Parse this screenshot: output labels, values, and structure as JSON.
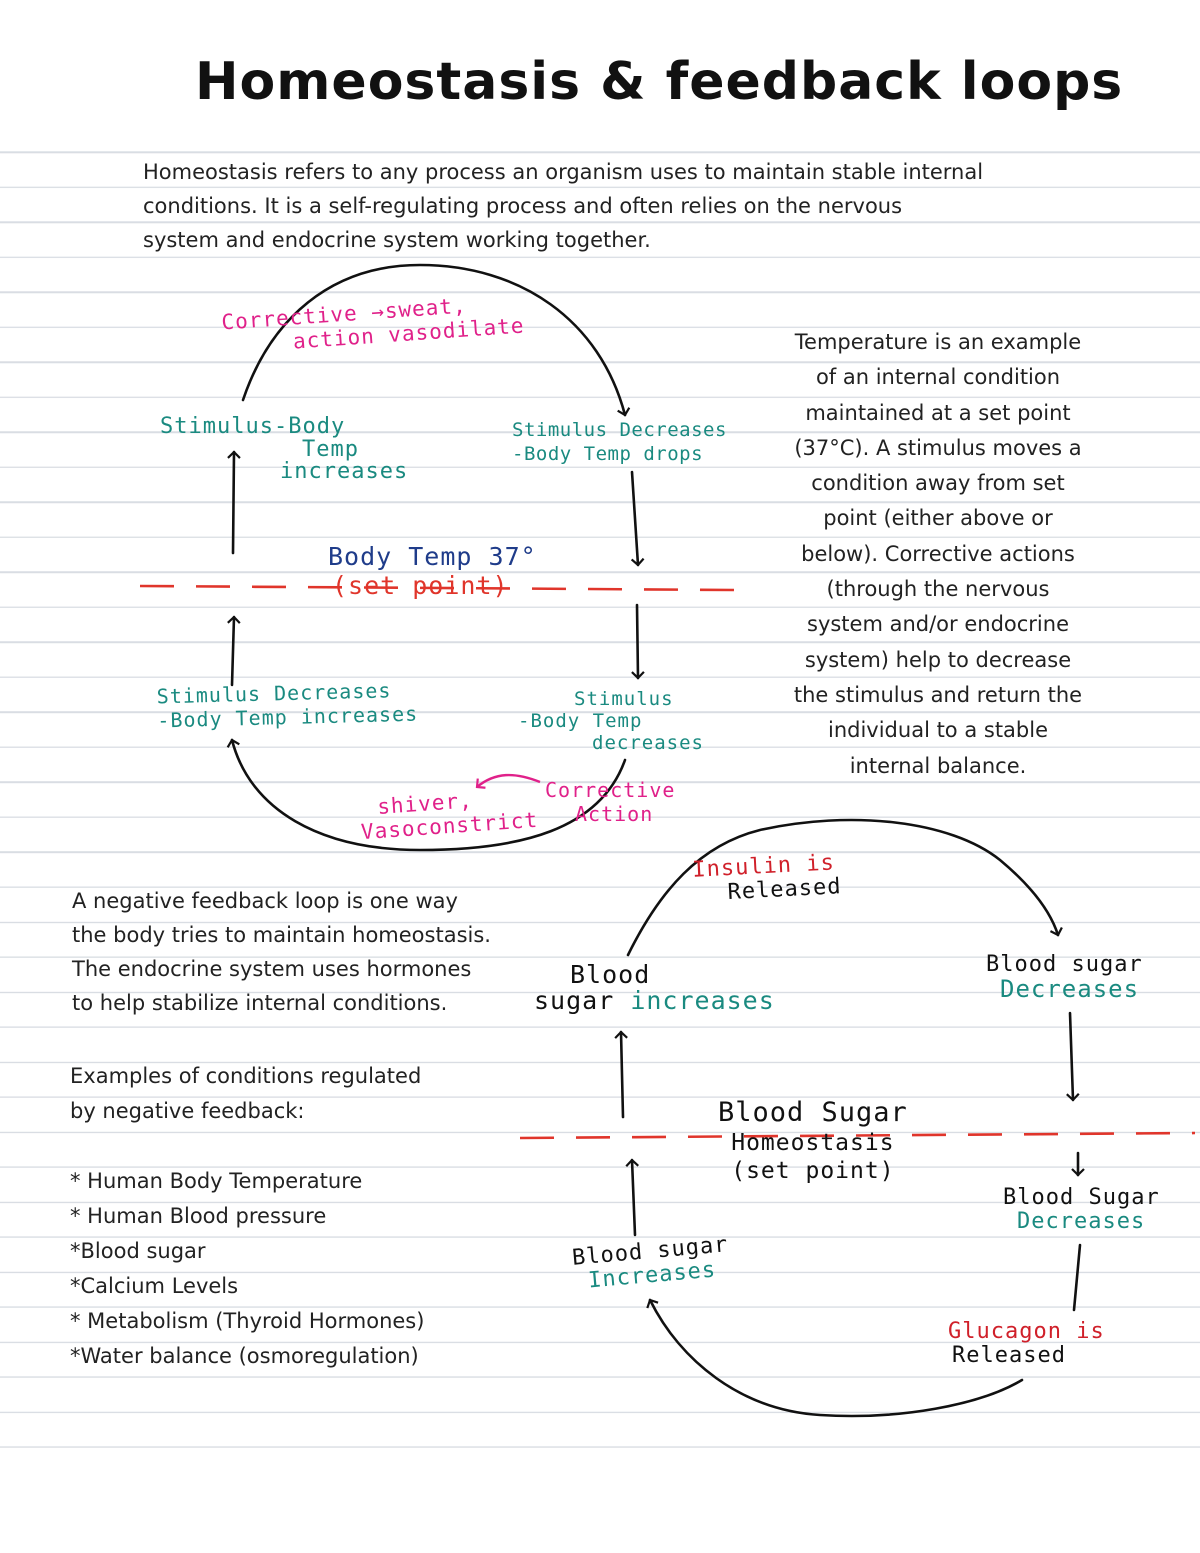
{
  "title": "Homeostasis & feedback loops",
  "intro": [
    "Homeostasis refers to any process an organism uses to maintain stable internal",
    "conditions. It is a self-regulating process and often relies on the nervous",
    "system and endocrine system working together."
  ],
  "temperature_note": [
    "Temperature is an example",
    "of an internal condition",
    "maintained at a set point",
    "(37°C). A stimulus moves a",
    "condition away from set",
    "point (either above or",
    "below). Corrective actions",
    "(through the nervous",
    "system and/or endocrine",
    "system) help to decrease",
    "the stimulus and return the",
    "individual to a stable",
    "internal balance."
  ],
  "temp_loop": {
    "corrective_top": {
      "line1": "Corrective →sweat,",
      "line2": "action  vasodilate"
    },
    "stimulus_left_top": {
      "line1": "Stimulus-Body",
      "line2": "Temp",
      "line3": "increases"
    },
    "stimulus_right_top": {
      "line1": "Stimulus Decreases",
      "line2": "-Body Temp drops"
    },
    "set_point": {
      "line1": "Body Temp 37°",
      "line2": "(set point)"
    },
    "stimulus_left_bottom": {
      "line1": "Stimulus Decreases",
      "line2": "-Body Temp increases"
    },
    "stimulus_right_bottom": {
      "line1": "Stimulus",
      "line2": "-Body Temp",
      "line3": "decreases"
    },
    "corrective_bottom": {
      "line1": "Corrective",
      "line2": "Action"
    },
    "shiver": {
      "line1": "shiver,",
      "line2": "Vasoconstrict"
    }
  },
  "negative_feedback": [
    "A negative feedback loop is one way",
    "the body tries to maintain homeostasis.",
    "The endocrine system uses hormones",
    "to help stabilize internal conditions."
  ],
  "examples_heading": [
    "Examples of conditions regulated",
    "by negative feedback:"
  ],
  "examples": [
    "* Human Body Temperature",
    "* Human Blood pressure",
    "*Blood sugar",
    "*Calcium Levels",
    "* Metabolism (Thyroid Hormones)",
    "*Water balance (osmoregulation)"
  ],
  "sugar_loop": {
    "insulin": {
      "line1": "Insulin is",
      "line2": "Released"
    },
    "blood_sugar_left_top": {
      "line1": "Blood",
      "line2a": "sugar",
      "line2b": "increases"
    },
    "blood_sugar_right_top": {
      "line1": "Blood sugar",
      "line2": "Decreases"
    },
    "set_point": {
      "line1": "Blood Sugar",
      "line2": "Homeostasis",
      "line3": "(set point)"
    },
    "blood_sugar_right_bottom": {
      "line1": "Blood Sugar",
      "line2": "Decreases"
    },
    "blood_sugar_left_bottom": {
      "line1": "Blood sugar",
      "line2": "Increases"
    },
    "glucagon": {
      "line1": "Glucagon is",
      "line2": "Released"
    }
  },
  "colors": {
    "pink": "#e0218a",
    "teal": "#1a8a80",
    "navy": "#1f3c8a",
    "red_dash": "#e0352b",
    "ink": "#111111"
  }
}
